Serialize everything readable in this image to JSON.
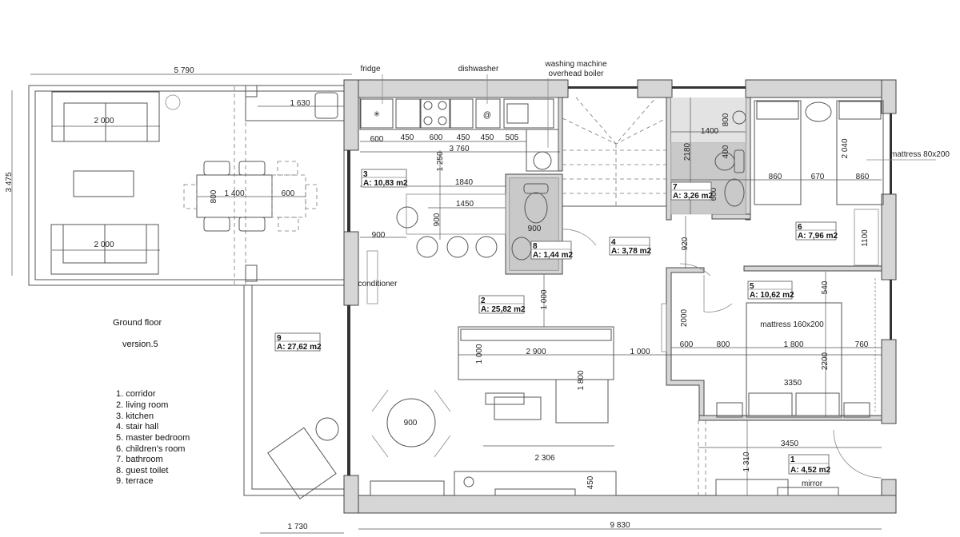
{
  "legend": {
    "title": "Ground floor",
    "version": "version.5",
    "items": [
      "1. corridor",
      "2. living room",
      "3. kitchen",
      "4. stair hall",
      "5. master bedroom",
      "6. children's room",
      "7. bathroom",
      "8. guest toilet",
      "9. terrace"
    ]
  },
  "annotations": {
    "fridge": "fridge",
    "dishwasher": "dishwasher",
    "washing_machine": "washing machine",
    "overhead_boiler": "overhead boiler",
    "mattress_single": "mattress 80x200",
    "mattress_double": "mattress 160x200",
    "mirror": "mirror",
    "conditioner": "conditioner"
  },
  "rooms": [
    {
      "no": "1",
      "area": "A: 4,52 m2"
    },
    {
      "no": "2",
      "area": "A: 25,82 m2"
    },
    {
      "no": "3",
      "area": "A: 10,83 m2"
    },
    {
      "no": "4",
      "area": "A: 3,78 m2"
    },
    {
      "no": "5",
      "area": "A: 10,62 m2"
    },
    {
      "no": "6",
      "area": "A: 7,96 m2"
    },
    {
      "no": "7",
      "area": "A: 3,26 m2"
    },
    {
      "no": "8",
      "area": "A: 1,44 m2"
    },
    {
      "no": "9",
      "area": "A: 27,62 m2"
    }
  ],
  "dimensions": {
    "terrace": [
      "5 790",
      "3 475",
      "1 630",
      "2 000",
      "2 000",
      "1 400",
      "800",
      "600",
      "1 730"
    ],
    "kitchen": [
      "600",
      "450",
      "600",
      "450",
      "450",
      "505",
      "3 760",
      "1 250",
      "1840",
      "1450",
      "900",
      "900",
      "900"
    ],
    "bath": [
      "1400",
      "800",
      "2180",
      "400",
      "600",
      "920"
    ],
    "children": [
      "860",
      "670",
      "860",
      "2 040",
      "1100"
    ],
    "master": [
      "540",
      "2000",
      "600",
      "800",
      "1 800",
      "760",
      "2200",
      "3350"
    ],
    "corridor": [
      "3450",
      "1 310"
    ],
    "living": [
      "1 000",
      "1 000",
      "2 900",
      "1 000",
      "1 800",
      "900",
      "2 306",
      "450",
      "9 830"
    ]
  }
}
